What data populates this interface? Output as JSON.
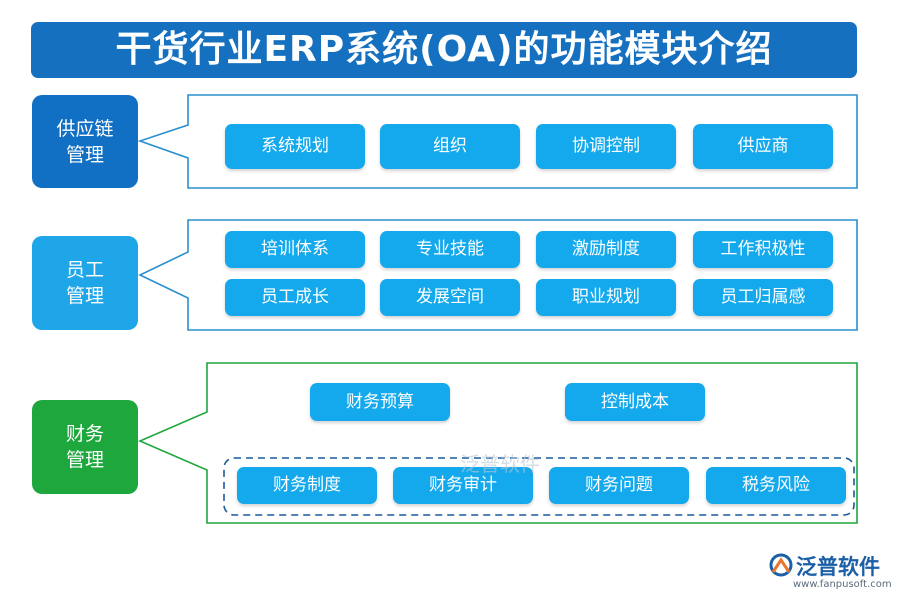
{
  "title": "干货行业ERP系统(OA)的功能模块介绍",
  "sections": [
    {
      "line1": "供应链",
      "line2": "管理",
      "items": [
        "系统规划",
        "组织",
        "协调控制",
        "供应商"
      ]
    },
    {
      "line1": "员工",
      "line2": "管理",
      "items": [
        "培训体系",
        "专业技能",
        "激励制度",
        "工作积极性",
        "员工成长",
        "发展空间",
        "职业规划",
        "员工归属感"
      ]
    },
    {
      "line1": "财务",
      "line2": "管理",
      "top_items": [
        "财务预算",
        "控制成本"
      ],
      "bottom_items": [
        "财务制度",
        "财务审计",
        "财务问题",
        "税务风险"
      ]
    }
  ],
  "watermark": "泛普软件",
  "brand": {
    "name": "泛普软件",
    "url": "www.fanpusoft.com"
  },
  "colors": {
    "title_bg": "#1570bf",
    "supply_chain": "#1270c4",
    "staff": "#1fa6e8",
    "finance": "#1ea73d",
    "chip": "#14a9ec",
    "frame_blue": "#2a8fd0",
    "frame_green": "#1ea73d"
  }
}
